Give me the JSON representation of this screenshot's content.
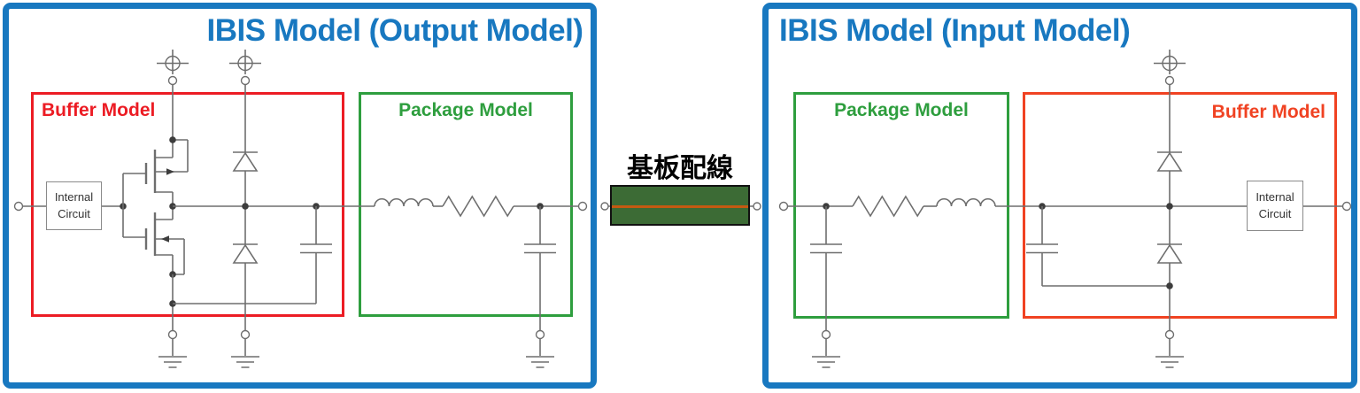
{
  "left_panel": {
    "title": "IBIS Model (Output Model)",
    "buffer_model": {
      "label": "Buffer Model",
      "internal_circuit_label": "Internal Circuit",
      "components": [
        "power-terminal",
        "power-terminal",
        "pmos-transistor",
        "nmos-transistor",
        "clamp-diode-up",
        "clamp-diode-down",
        "capacitor",
        "ground",
        "ground"
      ]
    },
    "package_model": {
      "label": "Package Model",
      "components": [
        "inductor",
        "resistor",
        "capacitor",
        "ground"
      ]
    }
  },
  "interconnect": {
    "label": "基板配線",
    "components": [
      "pcb-trace"
    ]
  },
  "right_panel": {
    "title": "IBIS Model (Input Model)",
    "package_model": {
      "label": "Package Model",
      "components": [
        "capacitor",
        "ground",
        "resistor",
        "inductor"
      ]
    },
    "buffer_model": {
      "label": "Buffer Model",
      "internal_circuit_label": "Internal Circuit",
      "components": [
        "power-terminal",
        "clamp-diode-up",
        "clamp-diode-down",
        "capacitor",
        "ground"
      ]
    }
  },
  "colors": {
    "panel_border_blue": "#1878C0",
    "title_blue": "#1878C0",
    "buffer_box_red_left": "#EC1C24",
    "buffer_box_red_right": "#F04222",
    "package_box_green": "#2E9E3E",
    "wire_gray": "#6E6E6E",
    "trace_fill_green": "#3C6B35",
    "trace_copper_orange": "#C55A11",
    "label_black": "#000000"
  }
}
